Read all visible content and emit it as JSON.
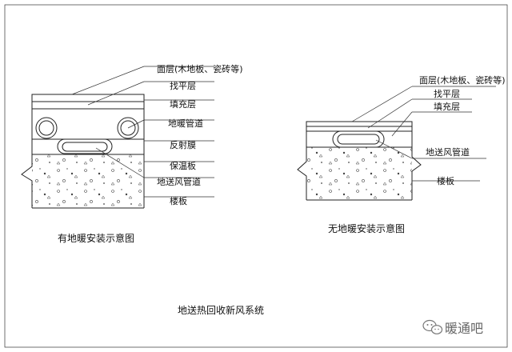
{
  "diagram1": {
    "caption": "有地暖安装示意图",
    "labels": [
      "面层(木地板、瓷砖等)",
      "找平层",
      "填充层",
      "地暖管道",
      "反射膜",
      "保温板",
      "地送风管道",
      "楼板"
    ]
  },
  "diagram2": {
    "caption": "无地暖安装示意图",
    "labels": [
      "面层(木地板、瓷砖等)",
      "找平层",
      "填充层",
      "地送风管道",
      "楼板"
    ]
  },
  "system_title": "地送热回收新风系统",
  "watermark": {
    "text": "暖通吧",
    "icon": "wechat-icon"
  }
}
